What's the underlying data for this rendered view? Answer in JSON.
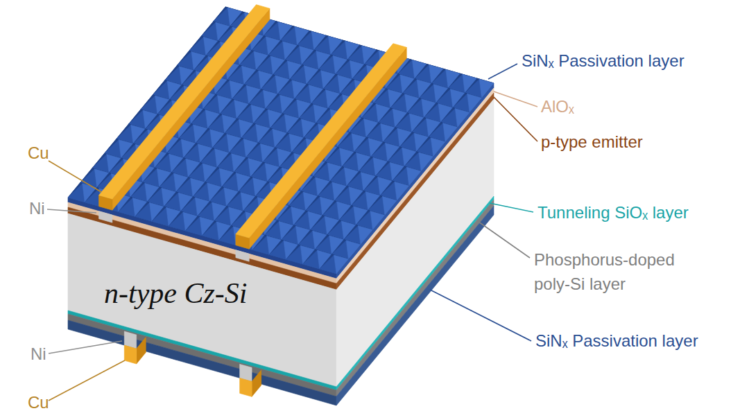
{
  "diagram": {
    "labels": [
      "Cu",
      "Ni",
      "SiNₓ Passivation layer",
      "AlOₓ",
      "p-type emitter",
      "Tunneling SiOₓ layer",
      "Phosphorus-doped poly-Si layer",
      "n-type Cz-Si",
      "SiNₓ Passivation layer",
      "Ni",
      "Cu"
    ]
  }
}
